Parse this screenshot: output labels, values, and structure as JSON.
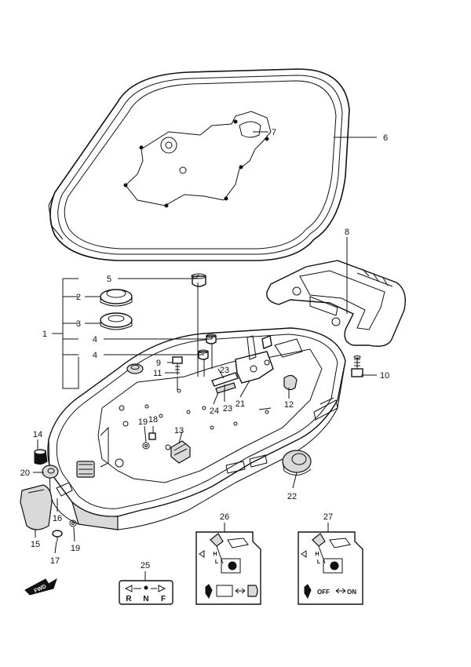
{
  "diagram": {
    "callouts": [
      "1",
      "2",
      "3",
      "4",
      "4",
      "5",
      "6",
      "7",
      "8",
      "9",
      "10",
      "11",
      "12",
      "13",
      "14",
      "15",
      "16",
      "17",
      "18",
      "19",
      "19",
      "20",
      "21",
      "22",
      "23",
      "23",
      "24",
      "25",
      "26",
      "27"
    ],
    "front_marker": "FWD",
    "plate_25": {
      "r": "R",
      "n": "N",
      "f": "F"
    },
    "plate_26": {
      "h": "H",
      "l": "L"
    },
    "plate_27": {
      "h": "H",
      "l": "L",
      "off": "OFF",
      "on": "ON"
    }
  }
}
